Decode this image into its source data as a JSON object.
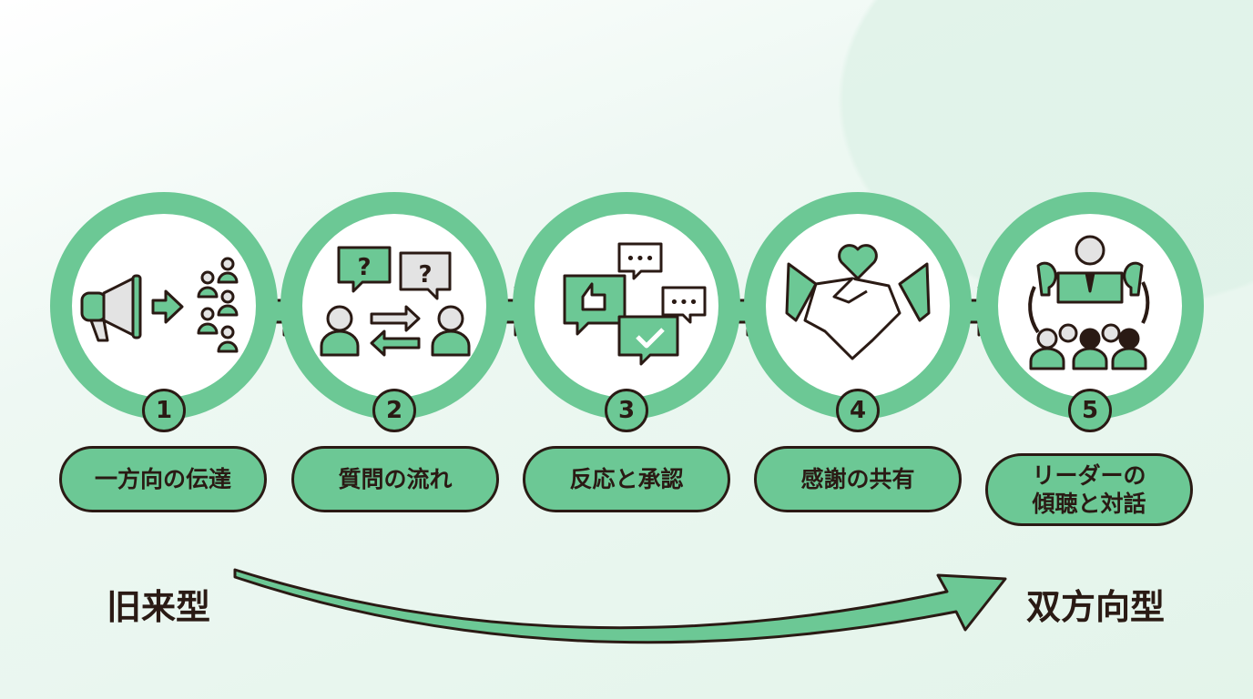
{
  "steps": [
    {
      "number": "1",
      "label": "一方向の伝達",
      "icon": "megaphone-to-audience-icon"
    },
    {
      "number": "2",
      "label": "質問の流れ",
      "icon": "question-exchange-icon"
    },
    {
      "number": "3",
      "label": "反応と承認",
      "icon": "like-and-check-chat-icon"
    },
    {
      "number": "4",
      "label": "感謝の共有",
      "icon": "handshake-heart-icon"
    },
    {
      "number": "5",
      "label": "リーダーの\n傾聴と対話",
      "label_line1": "リーダーの",
      "label_line2": "傾聴と対話",
      "icon": "leader-listening-icon"
    }
  ],
  "left_label": "旧来型",
  "right_label": "双方向型",
  "colors": {
    "accent": "#6cc895",
    "ink": "#2a1a14",
    "background": "#eaf6f0"
  }
}
